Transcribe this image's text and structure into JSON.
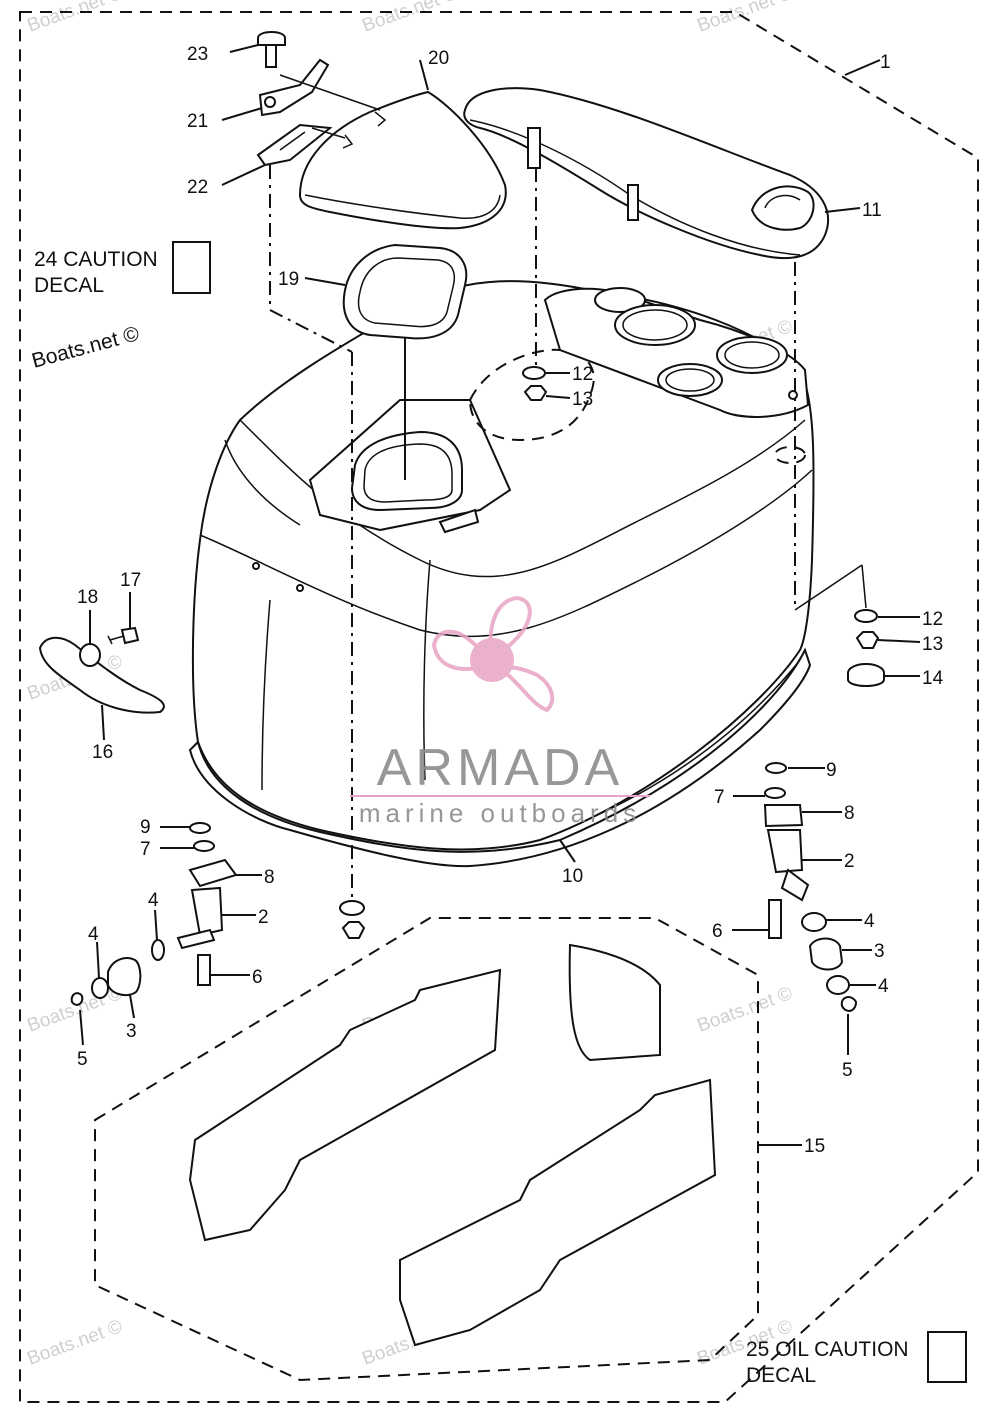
{
  "callouts": [
    "1",
    "2",
    "3",
    "4",
    "5",
    "6",
    "7",
    "8",
    "9",
    "10",
    "11",
    "12",
    "13",
    "14",
    "15",
    "16",
    "17",
    "18",
    "19",
    "20",
    "21",
    "22",
    "23"
  ],
  "decals": {
    "caution_24": {
      "line1": "24 CAUTION",
      "line2": "DECAL"
    },
    "oil_caution_25": {
      "line1": "25 OIL CAUTION",
      "line2": "DECAL"
    }
  },
  "watermark": {
    "text": "Boats.net ©"
  },
  "brand": {
    "name": "ARMADA",
    "tagline": "marine outboards",
    "color": "#e8a3c4",
    "text_color": "#8c8c8c"
  }
}
